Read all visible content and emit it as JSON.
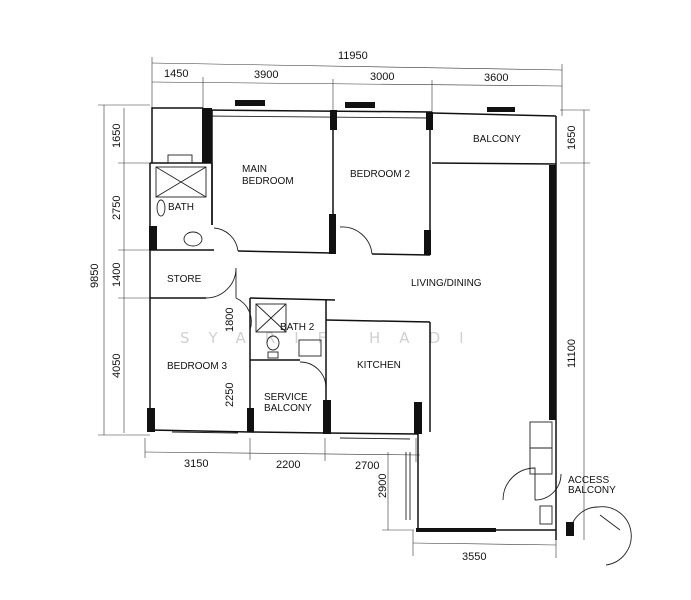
{
  "dimensions": {
    "overall_width": "11950",
    "top": [
      "1450",
      "3900",
      "3000",
      "3600"
    ],
    "left_total": "9850",
    "left": [
      "1650",
      "2750",
      "1400",
      "4050"
    ],
    "right_top": "1650",
    "right_main": "11100",
    "bottom": [
      "3150",
      "2200",
      "2700"
    ],
    "bottom_right": "3550",
    "vertical_2900": "2900",
    "vertical_1800": "1800",
    "vertical_2250": "2250"
  },
  "rooms": {
    "main_bedroom": [
      "MAIN",
      "BEDROOM"
    ],
    "bedroom_2": "BEDROOM  2",
    "balcony": "BALCONY",
    "bath": "BATH",
    "store": "STORE",
    "living_dining": "LIVING/DINING",
    "bath_2": "BATH  2",
    "bedroom_3": "BEDROOM  3",
    "kitchen": "KITCHEN",
    "service_balcony": [
      "SERVICE",
      "BALCONY"
    ],
    "access_balcony": [
      "ACCESS",
      "BALCONY"
    ]
  },
  "watermark": "SYARIF HADI"
}
